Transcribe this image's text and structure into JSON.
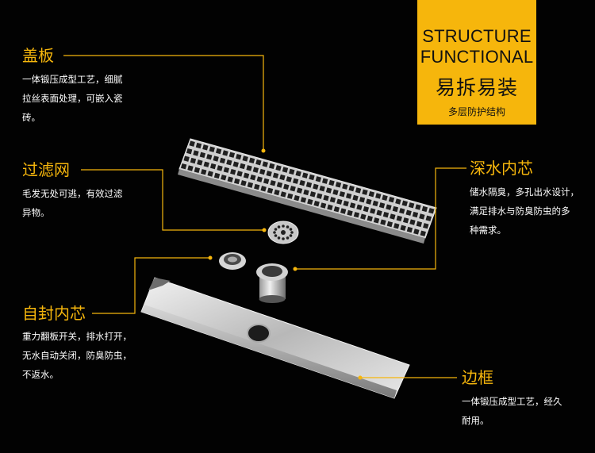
{
  "badge": {
    "line1": "STRUCTURE",
    "line2": "FUNCTIONAL",
    "cn_title": "易拆易装",
    "cn_sub": "多层防护结构"
  },
  "callouts": {
    "cover": {
      "title": "盖板",
      "desc1": "一体锻压成型工艺，细腻",
      "desc2": "拉丝表面处理，可嵌入瓷",
      "desc3": "砖。"
    },
    "filter": {
      "title": "过滤网",
      "desc1": "毛发无处可逃，有效过滤",
      "desc2": "异物。"
    },
    "deep_core": {
      "title": "深水内芯",
      "desc1": "储水隔臭，多孔出水设计，",
      "desc2": "满足排水与防臭防虫的多",
      "desc3": "种需求。"
    },
    "seal_core": {
      "title": "自封内芯",
      "desc1": "重力翻板开关，排水打开，",
      "desc2": "无水自动关闭，防臭防虫，",
      "desc3": "不返水。"
    },
    "frame": {
      "title": "边框",
      "desc1": "一体锻压成型工艺，经久",
      "desc2": "耐用。"
    }
  },
  "colors": {
    "accent": "#f6b60c",
    "background": "#020202"
  }
}
